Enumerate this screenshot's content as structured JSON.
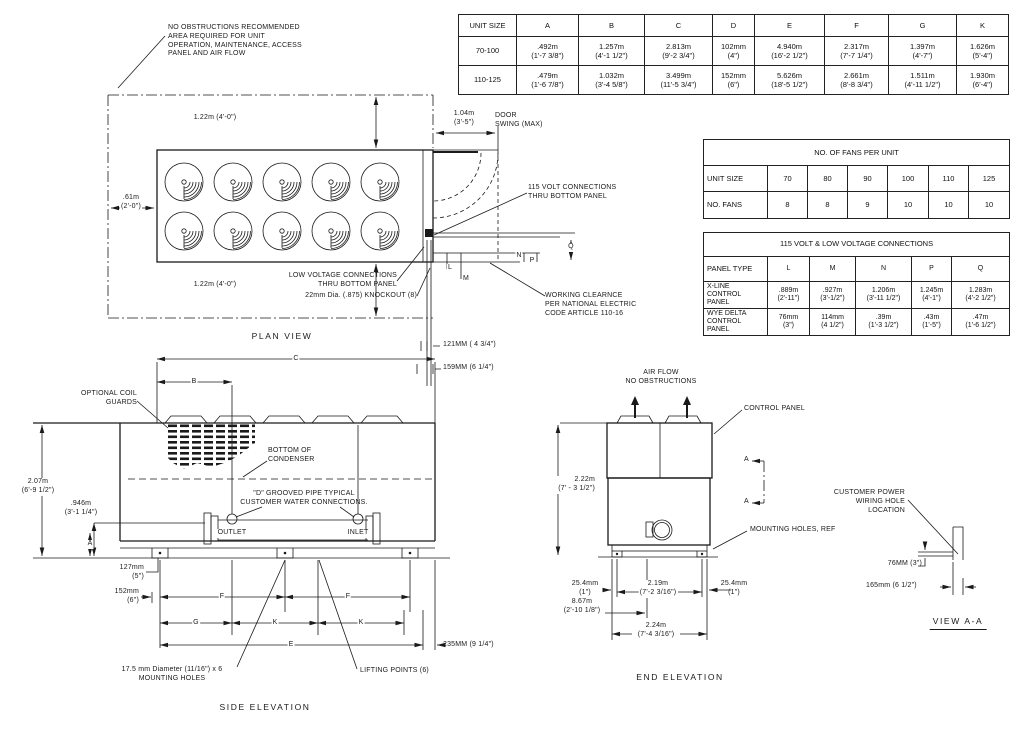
{
  "pv": {
    "title": "PLAN VIEW",
    "no_obstructions": "NO OBSTRUCTIONS RECOMMENDED\nAREA REQUIRED FOR UNIT\nOPERATION, MAINTENANCE, ACCESS\nPANEL AND AIR FLOW",
    "dim_top": "1.22m (4'-0\")",
    "dim_left": ".61m\n(2'-0\")",
    "dim_bottom": "1.22m (4'-0\")",
    "door_dim": "1.04m\n(3'-5\")",
    "door_swing": "DOOR\nSWING (MAX)",
    "volt115": "115 VOLT CONNECTIONS\nTHRU BOTTOM PANEL",
    "low_voltage": "LOW VOLTAGE CONNECTIONS\nTHRU BOTTOM PANEL",
    "knockout": "22mm Dia. (.875) KNOCKOUT (8)",
    "working_clearance": "WORKING CLEARNCE\nPER NATIONAL ELECTRIC\nCODE ARTICLE 110-16",
    "dim_121": "121MM ( 4 3/4\")",
    "dim_159": "159MM (6 1/4\")",
    "L": "L",
    "M": "M",
    "N": "N",
    "P": "P",
    "Q": "Q"
  },
  "sv": {
    "title": "SIDE ELEVATION",
    "coil_guards": "OPTIONAL COIL\nGUARDS",
    "bottom_cond": "BOTTOM OF\nCONDENSER",
    "pipe": "\"D\" GROOVED PIPE TYPICAL\nCUSTOMER WATER CONNECTIONS.",
    "outlet": "OUTLET",
    "inlet": "INLET",
    "dim207": "2.07m\n(6'-9 1/2\")",
    "dim946": ".946m\n(3'-1 1/4\")",
    "dim127": "127mm\n(5\")",
    "dim152": "152mm\n(6\")",
    "dim235": "235MM (9 1/4\")",
    "mount": "17.5 mm Diameter (11/16\") x 6\nMOUNTING HOLES",
    "lift": "LIFTING POINTS (6)",
    "A": "A",
    "B": "B",
    "C": "C",
    "E": "E",
    "F": "F",
    "G": "G",
    "K": "K"
  },
  "ev": {
    "title": "END ELEVATION",
    "airflow": "AIR FLOW\nNO OBSTRUCTIONS",
    "control": "CONTROL PANEL",
    "mount": "MOUNTING HOLES, REF",
    "dim222": "2.22m\n(7' - 3 1/2\")",
    "dim254": "25.4mm\n(1\")",
    "dim219": "2.19m\n(7'-2 3/16\")",
    "dim867": "8.67m\n(2'-10 1/8\")",
    "dim224": "2.24m\n(7'-4 3/16\")",
    "A": "A"
  },
  "va": {
    "title": "VIEW A-A",
    "power": "CUSTOMER POWER\nWIRING HOLE\nLOCATION",
    "dim76": "76MM (3\")",
    "dim165": "165mm (6 1/2\")"
  },
  "t1": {
    "h": [
      "UNIT SIZE",
      "A",
      "B",
      "C",
      "D",
      "E",
      "F",
      "G",
      "K"
    ],
    "r": [
      [
        "70-100",
        ".492m\n(1'-7 3/8\")",
        "1.257m\n(4'-1 1/2\")",
        "2.813m\n(9'-2 3/4\")",
        "102mm\n(4\")",
        "4.940m\n(16'-2 1/2\")",
        "2.317m\n(7'-7 1/4\")",
        "1.397m\n(4'-7\")",
        "1.626m\n(5'-4\")"
      ],
      [
        "110-125",
        ".479m\n(1'-6 7/8\")",
        "1.032m\n(3'-4 5/8\")",
        "3.499m\n(11'-5 3/4\")",
        "152mm\n(6\")",
        "5.626m\n(18'-5 1/2\")",
        "2.661m\n(8'-8 3/4\")",
        "1.511m\n(4'-11 1/2\")",
        "1.930m\n(6'-4\")"
      ]
    ]
  },
  "t2": {
    "title": "NO. OF FANS PER UNIT",
    "r1": [
      "UNIT SIZE",
      "70",
      "80",
      "90",
      "100",
      "110",
      "125"
    ],
    "r2": [
      "NO. FANS",
      "8",
      "8",
      "9",
      "10",
      "10",
      "10"
    ]
  },
  "t3": {
    "title": "115 VOLT & LOW VOLTAGE CONNECTIONS",
    "h": [
      "PANEL TYPE",
      "L",
      "M",
      "N",
      "P",
      "Q"
    ],
    "r": [
      [
        "X-LINE\nCONTROL\nPANEL",
        ".889m\n(2'-11\")",
        ".927m\n(3'-1/2\")",
        "1.206m\n(3'-11 1/2\")",
        "1.245m\n(4'-1\")",
        "1.283m\n(4'-2 1/2\")"
      ],
      [
        "WYE DELTA\nCONTROL\nPANEL",
        "76mm\n(3\")",
        "114mm\n(4 1/2\")",
        ".39m\n(1'-3 1/2\")",
        ".43m\n(1'-5\")",
        ".47m\n(1'-6 1/2\")"
      ]
    ]
  }
}
